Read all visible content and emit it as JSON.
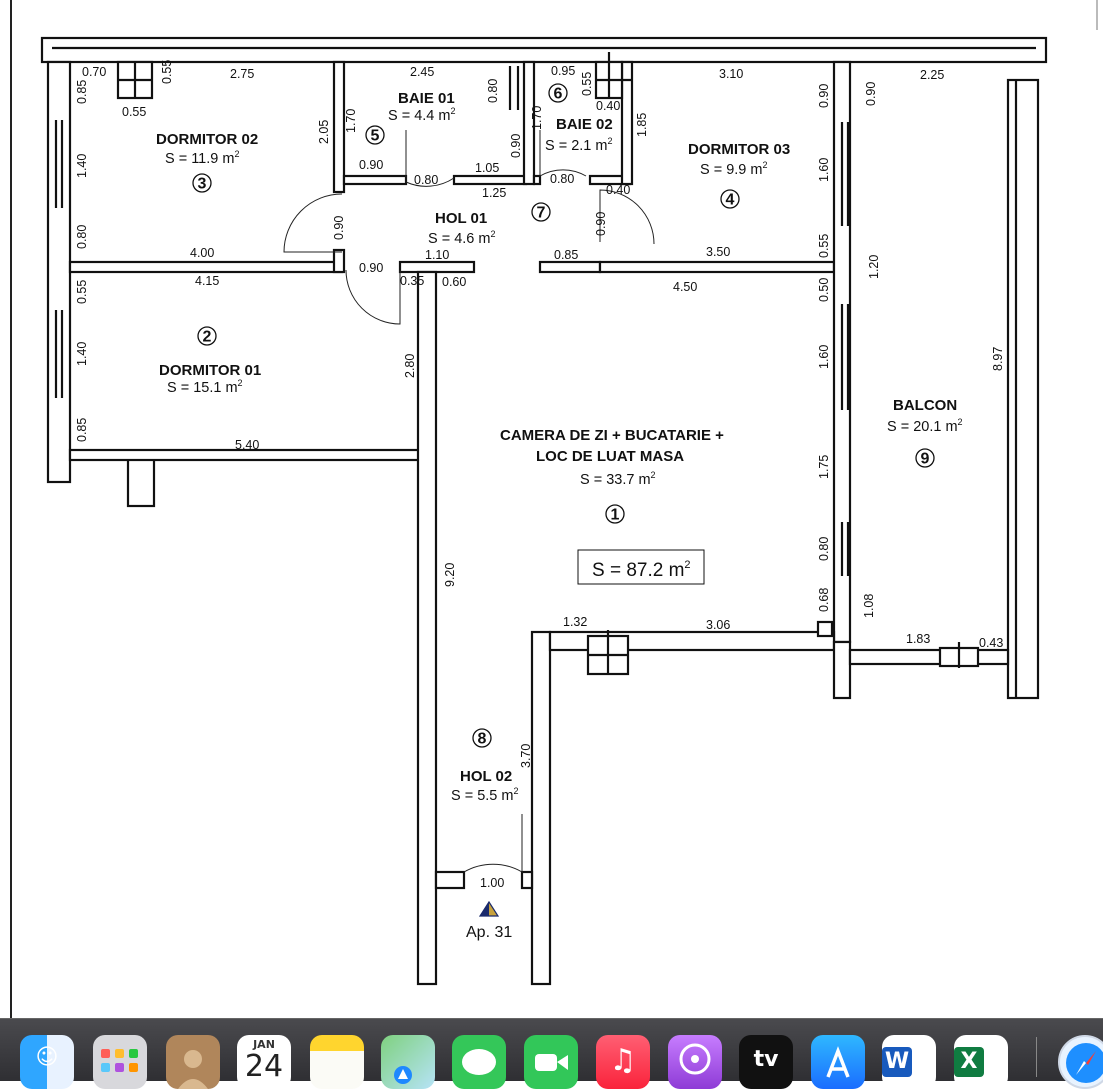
{
  "plan": {
    "rooms": {
      "dormitor02": {
        "name": "DORMITOR 02",
        "area": "S = 11.9  m",
        "num": "3"
      },
      "baie01": {
        "name": "BAIE 01",
        "area": "S = 4.4  m",
        "num": "5"
      },
      "baie02": {
        "name": "BAIE 02",
        "area": "S = 2.1  m",
        "num": "6"
      },
      "dormitor03": {
        "name": "DORMITOR 03",
        "area": "S = 9.9  m",
        "num": "4"
      },
      "hol01": {
        "name": "HOL 01",
        "area": "S = 4.6  m",
        "num": "7"
      },
      "dormitor01": {
        "name": "DORMITOR 01",
        "area": "S = 15.1  m",
        "num": "2"
      },
      "camera": {
        "name1": "CAMERA DE ZI + BUCATARIE +",
        "name2": "LOC DE LUAT MASA",
        "area": "S = 33.7  m",
        "num": "1"
      },
      "balcon": {
        "name": "BALCON",
        "area": "S = 20.1  m",
        "num": "9"
      },
      "hol02": {
        "name": "HOL 02",
        "area": "S = 5.5  m",
        "num": "8"
      }
    },
    "total_area": "S = 87.2 m",
    "superscript": "2",
    "apartment_label": "Ap. 31",
    "dimensions": {
      "d070": "0.70",
      "d055a": "0.55",
      "d275": "2.75",
      "d085a": "0.85",
      "d055b": "0.55",
      "d245": "2.45",
      "d080a": "0.80",
      "d095": "0.95",
      "d055c": "0.55",
      "d310": "3.10",
      "d090a": "0.90",
      "d090b": "0.90",
      "d225": "2.25",
      "d040a": "0.40",
      "d205": "2.05",
      "d170a": "1.70",
      "d170b": "1.70",
      "d185": "1.85",
      "d090c": "0.90",
      "d140a": "1.40",
      "d090d": "0.90",
      "d080b": "0.80",
      "d105": "1.05",
      "d080c": "0.80",
      "d040b": "0.40",
      "d160a": "1.60",
      "d125": "1.25",
      "d080d": "0.80",
      "d090e": "0.90",
      "d090f": "0.90",
      "d400": "4.00",
      "d085b": "0.85",
      "d350": "3.50",
      "d055d": "0.55",
      "d120": "1.20",
      "d090g": "0.90",
      "d110": "1.10",
      "d415": "4.15",
      "d035": "0.35",
      "d060": "0.60",
      "d450": "4.50",
      "d050": "0.50",
      "d055e": "0.55",
      "d897": "8.97",
      "d140b": "1.40",
      "d160b": "1.60",
      "d280": "2.80",
      "d085c": "0.85",
      "d540": "5.40",
      "d175": "1.75",
      "d920": "9.20",
      "d080e": "0.80",
      "d068": "0.68",
      "d108": "1.08",
      "d132": "1.32",
      "d306": "3.06",
      "d183": "1.83",
      "d043": "0.43",
      "d370": "3.70",
      "d100": "1.00"
    }
  },
  "dock": {
    "calendar_month": "JAN",
    "calendar_day": "24",
    "tv_label": "tv",
    "word_letter": "W",
    "excel_letter": "X",
    "apps": [
      "finder-icon",
      "launchpad-icon",
      "contacts-icon",
      "calendar-icon",
      "notes-icon",
      "maps-icon",
      "messages-icon",
      "facetime-icon",
      "music-icon",
      "podcasts-icon",
      "apple-tv-icon",
      "app-store-icon",
      "word-icon",
      "excel-icon",
      "safari-icon"
    ]
  }
}
